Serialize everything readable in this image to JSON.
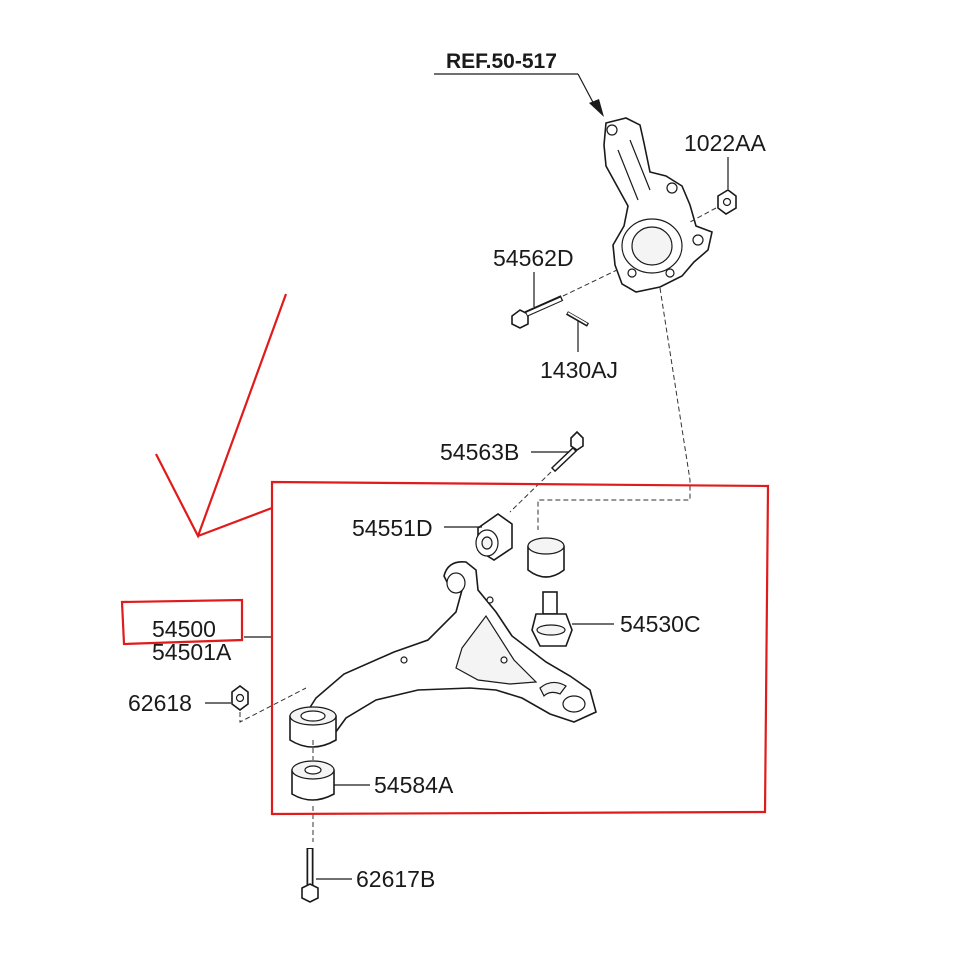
{
  "reference": "REF.50-517",
  "labels": {
    "nut_1022AA": "1022AA",
    "bolt_54562D": "54562D",
    "pin_1430AJ": "1430AJ",
    "bolt_54563B": "54563B",
    "bushing_54551D": "54551D",
    "balljoint_54530C": "54530C",
    "arm_54500": "54500",
    "arm_54501A": "54501A",
    "nut_62618": "62618",
    "bushing_54584A": "54584A",
    "bolt_62617B": "62617B"
  },
  "colors": {
    "annotation": "#e01b1b",
    "line": "#1a1a1a"
  }
}
